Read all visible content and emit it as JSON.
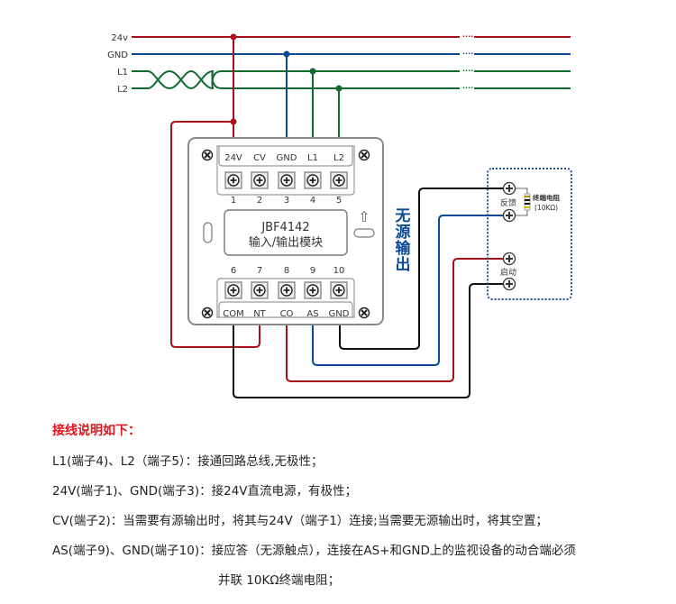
{
  "colors": {
    "red": "#a8111a",
    "blue": "#0b4a96",
    "green": "#0f6b2e",
    "black": "#111111",
    "module_border": "#8a8a8a",
    "dashed_box": "#1f4f8c",
    "notes_title": "#e0141e",
    "passive_output_label": "#0b4a96"
  },
  "bus": {
    "lines": [
      {
        "label": "24v",
        "color_key": "red"
      },
      {
        "label": "GND",
        "color_key": "blue"
      },
      {
        "label": "L1",
        "color_key": "green"
      },
      {
        "label": "L2",
        "color_key": "green"
      }
    ],
    "continuation_symbol": "····"
  },
  "module": {
    "model": "JBF4142",
    "name": "输入/输出模块",
    "top_terminals": [
      {
        "label": "24V",
        "number": "1"
      },
      {
        "label": "CV",
        "number": "2"
      },
      {
        "label": "GND",
        "number": "3"
      },
      {
        "label": "L1",
        "number": "4"
      },
      {
        "label": "L2",
        "number": "5"
      }
    ],
    "bottom_terminals": [
      {
        "label": "COM",
        "number": "6"
      },
      {
        "label": "NT",
        "number": "7"
      },
      {
        "label": "CO",
        "number": "8"
      },
      {
        "label": "AS",
        "number": "9"
      },
      {
        "label": "GND",
        "number": "10"
      }
    ],
    "arrow_symbol": "⇧"
  },
  "passive_output_label": [
    "无",
    "源",
    "输",
    "出"
  ],
  "field_device": {
    "feedback_label": "反馈",
    "start_label": "启动",
    "resistor_label": "终端电阻",
    "resistor_value": "(10KΩ)"
  },
  "notes": {
    "title": "接线说明如下：",
    "lines": [
      "L1(端子4)、L2（端子5）：接通回路总线,无极性；",
      "24V(端子1)、GND(端子3)：接24V直流电源，有极性；",
      "CV(端子2)：当需要有源输出时，将其与24V（端子1）连接;当需要无源输出时，将其空置；",
      "AS(端子9)、GND(端子10)：接应答（无源触点），连接在AS+和GND上的监视设备的动合端必须",
      "并联 10KΩ终端电阻；"
    ]
  }
}
